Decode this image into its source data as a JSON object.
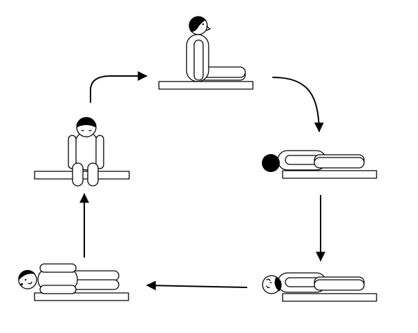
{
  "diagram": {
    "stages": [
      {
        "id": "sitting-legs-extended"
      },
      {
        "id": "lying-supine"
      },
      {
        "id": "lying-supine-face-turned"
      },
      {
        "id": "lying-side"
      },
      {
        "id": "sitting-legs-down"
      }
    ],
    "flow": "clockwise-cycle",
    "colors": {
      "ink": "#000000",
      "background": "#ffffff"
    }
  }
}
